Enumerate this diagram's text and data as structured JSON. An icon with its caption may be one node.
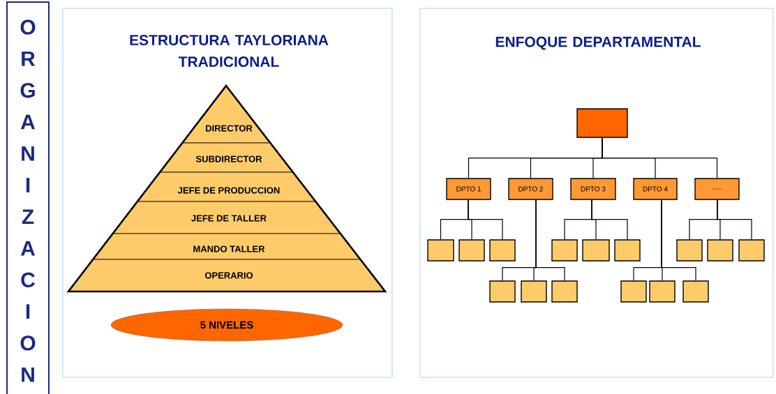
{
  "diagram": {
    "nodes": [
      {
        "text": [
          "ORGANIZACION"
        ]
      },
      {
        "text": [
          "ESTRUCTURA TAYLORIANA TRADICIONAL"
        ]
      },
      {
        "text": [
          "ENFOQUE DEPARTAMENTAL"
        ]
      },
      {
        "text": [
          "DIRECTOR"
        ],
        "in": 1
      },
      {
        "text": [
          "SUBDIRECTOR"
        ],
        "in": 1
      },
      {
        "text": [
          "JEFE DE PRODUCCION"
        ],
        "in": 1
      },
      {
        "text": [
          "JEFE DE TALLER"
        ],
        "in": 1
      },
      {
        "text": [
          "MANDO TALLER"
        ],
        "in": 1
      },
      {
        "text": [
          "OPERARIO"
        ],
        "in": 1
      },
      {
        "text": [
          "5 NIVELES"
        ],
        "in": 1
      },
      {
        "text": [],
        "shape": "box",
        "in": 2
      },
      {
        "text": [
          "DPTO 1"
        ],
        "in": 2
      },
      {
        "text": [
          "DPTO 2"
        ],
        "in": 2
      },
      {
        "text": [
          "DPTO 3"
        ],
        "in": 2
      },
      {
        "text": [
          "DPTO 4"
        ],
        "in": 2
      },
      {
        "text": [
          "....."
        ],
        "in": 2
      },
      {
        "text": [],
        "shape": "box",
        "in": 2
      },
      {
        "text": [],
        "shape": "box",
        "in": 2
      },
      {
        "text": [],
        "shape": "box",
        "in": 2
      },
      {
        "text": [],
        "shape": "box",
        "in": 2
      },
      {
        "text": [],
        "shape": "box",
        "in": 2
      },
      {
        "text": [],
        "shape": "box",
        "in": 2
      },
      {
        "text": [],
        "shape": "box",
        "in": 2
      },
      {
        "text": [],
        "shape": "box",
        "in": 2
      },
      {
        "text": [],
        "shape": "box",
        "in": 2
      },
      {
        "text": [],
        "shape": "box",
        "in": 2
      },
      {
        "text": [],
        "shape": "box",
        "in": 2
      },
      {
        "text": [],
        "shape": "box",
        "in": 2
      },
      {
        "text": [],
        "shape": "box",
        "in": 2
      },
      {
        "text": [],
        "shape": "box",
        "in": 2
      },
      {
        "text": [],
        "shape": "box",
        "in": 2
      }
    ],
    "edges": [
      {
        "from": 10,
        "to": 11,
        "arrow": "none"
      },
      {
        "from": 10,
        "to": 12,
        "arrow": "none"
      },
      {
        "from": 10,
        "to": 13,
        "arrow": "none"
      },
      {
        "from": 10,
        "to": 14,
        "arrow": "none"
      },
      {
        "from": 10,
        "to": 15,
        "arrow": "none"
      },
      {
        "from": 11,
        "to": 16,
        "arrow": "none"
      },
      {
        "from": 11,
        "to": 17,
        "arrow": "none"
      },
      {
        "from": 11,
        "to": 18,
        "arrow": "none"
      },
      {
        "from": 13,
        "to": 19,
        "arrow": "none"
      },
      {
        "from": 13,
        "to": 20,
        "arrow": "none"
      },
      {
        "from": 13,
        "to": 21,
        "arrow": "none"
      },
      {
        "from": 15,
        "to": 22,
        "arrow": "none"
      },
      {
        "from": 15,
        "to": 23,
        "arrow": "none"
      },
      {
        "from": 15,
        "to": 24,
        "arrow": "none"
      },
      {
        "from": 12,
        "to": 25,
        "arrow": "none"
      },
      {
        "from": 12,
        "to": 26,
        "arrow": "none"
      },
      {
        "from": 12,
        "to": 27,
        "arrow": "none"
      },
      {
        "from": 14,
        "to": 28,
        "arrow": "none"
      },
      {
        "from": 14,
        "to": 29,
        "arrow": "none"
      },
      {
        "from": 14,
        "to": 30,
        "arrow": "none"
      }
    ]
  }
}
